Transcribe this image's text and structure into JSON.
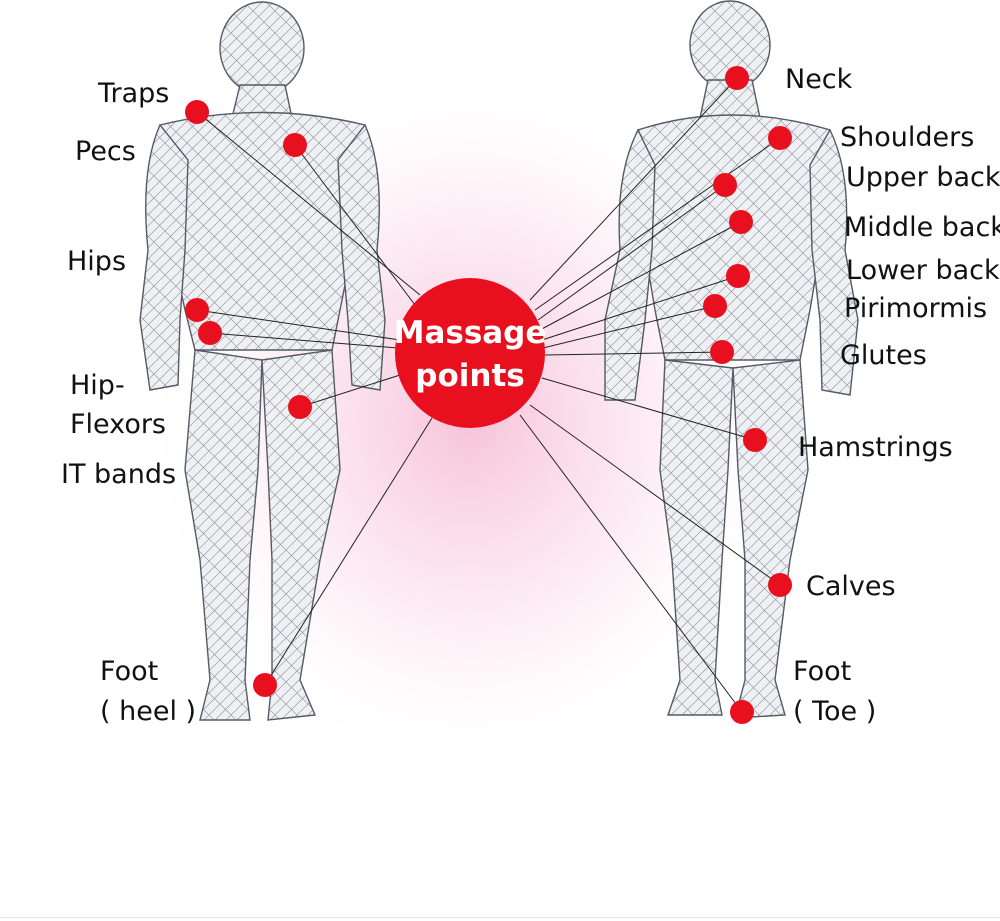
{
  "center": {
    "label_line1": "Massage",
    "label_line2": "points"
  },
  "front": {
    "labels": [
      "Traps",
      "Pecs",
      "Hips",
      "Hip-",
      "Flexors",
      "IT bands",
      "Foot",
      "( heel )"
    ]
  },
  "back": {
    "labels": [
      "Neck",
      "Shoulders",
      "Upper back",
      "Middle back",
      "Lower back",
      "Pirimormis",
      "Glutes",
      "Hamstrings",
      "Calves",
      "Foot",
      "( Toe )"
    ]
  },
  "colors": {
    "accent": "#e8101f",
    "glow": "#f7c8dc",
    "body_fill": "#eef0f3",
    "body_stroke": "#6b6f78",
    "line": "#222222"
  }
}
